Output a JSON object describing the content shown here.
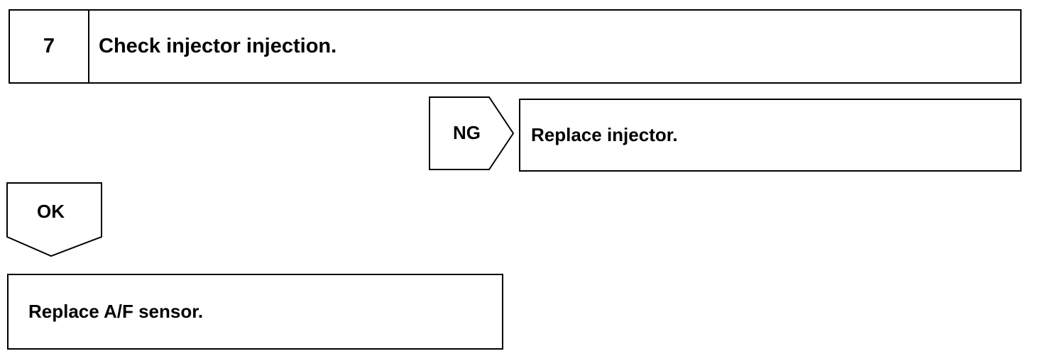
{
  "step": {
    "number": "7",
    "title": "Check injector injection."
  },
  "ng_branch": {
    "label": "NG",
    "action": "Replace injector."
  },
  "ok_branch": {
    "label": "OK",
    "action": "Replace A/F sensor."
  }
}
